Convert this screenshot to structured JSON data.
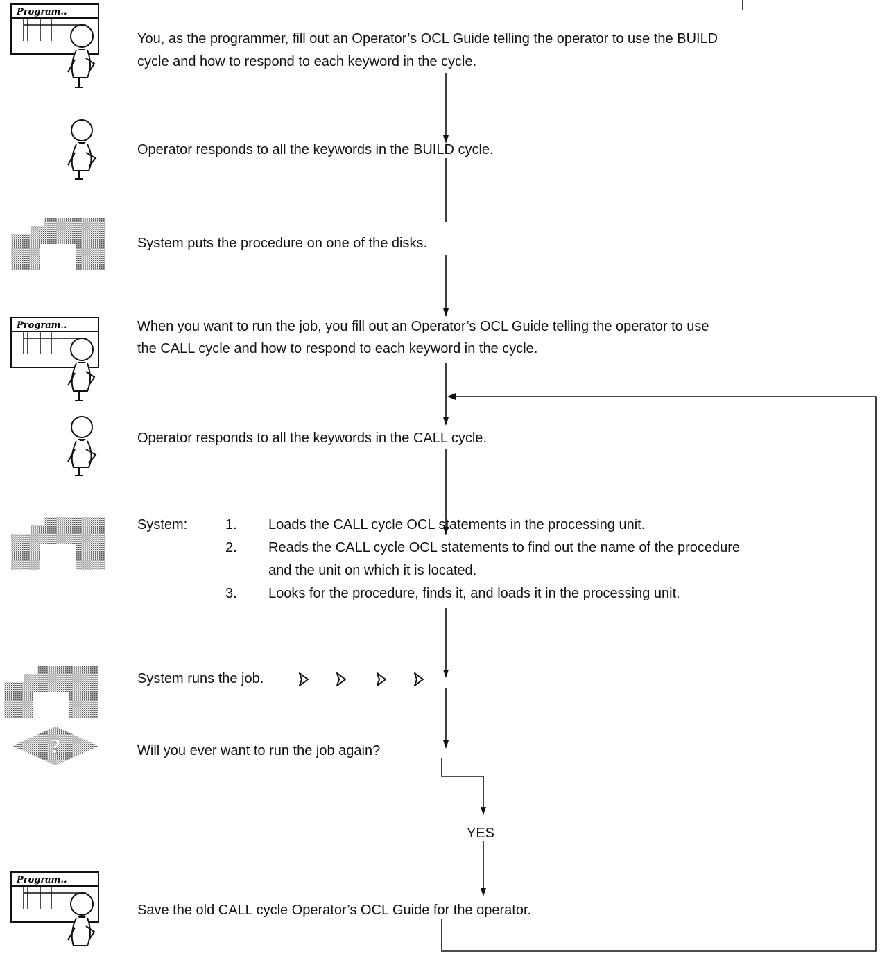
{
  "steps": {
    "step1": {
      "line1": "You, as the programmer, fill out an Operator’s OCL Guide telling the operator to use the BUILD",
      "line2": "cycle and how to respond to each keyword in the cycle."
    },
    "step2": "Operator responds to all the keywords in the BUILD cycle.",
    "step3": "System puts the procedure on one of the disks.",
    "step4": {
      "line1": "When you want to run the job, you fill out an Operator’s OCL Guide telling the operator to use",
      "line2": "the CALL cycle and how to respond to each keyword in the cycle."
    },
    "step5": "Operator responds to all the keywords in the CALL cycle.",
    "step6": {
      "label": "System:",
      "items": [
        {
          "num": "1.",
          "line1": "Loads the CALL cycle OCL statements in the processing unit."
        },
        {
          "num": "2.",
          "line1": "Reads the CALL cycle OCL statements to find out the name of the procedure",
          "line2": "and the unit on which it is located."
        },
        {
          "num": "3.",
          "line1": "Looks for the procedure, finds it, and loads it in the processing unit."
        }
      ]
    },
    "step7": "System runs the job.",
    "step8": "Will you ever want to run the job again?",
    "branch_label": "YES",
    "step9": "Save the old CALL cycle Operator’s OCL Guide for the operator."
  },
  "icons": {
    "programmer_sign": "Program..",
    "programmer": "programmer-figure-icon",
    "operator": "operator-figure-icon",
    "system": "system-unit-icon",
    "decision": "question-diamond-icon",
    "running": "arrow-outline-icon"
  }
}
